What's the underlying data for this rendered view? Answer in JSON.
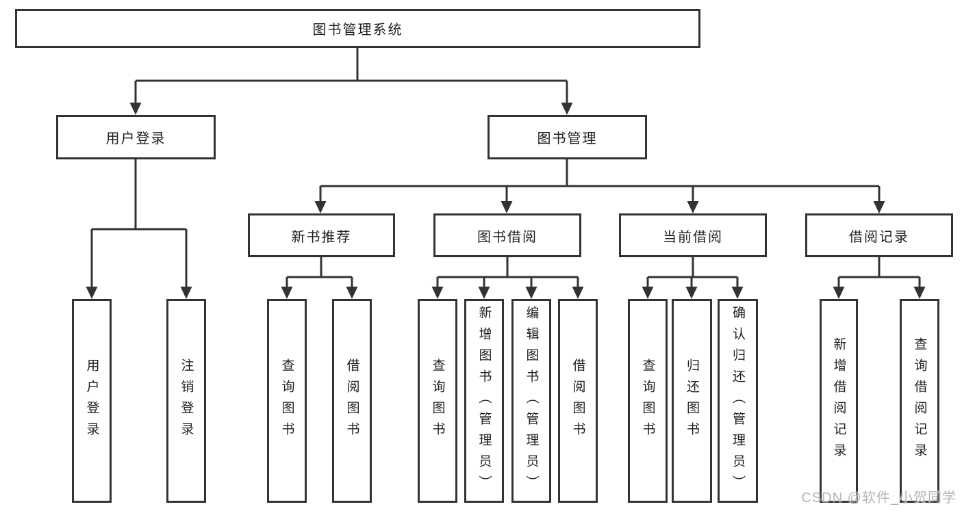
{
  "diagram": {
    "root": {
      "label": "图书管理系统"
    },
    "branches": [
      {
        "label": "用户登录",
        "children": [
          {
            "label": "用户登录"
          },
          {
            "label": "注销登录"
          }
        ]
      },
      {
        "label": "图书管理",
        "children": [
          {
            "label": "新书推荐",
            "children": [
              {
                "label": "查询图书"
              },
              {
                "label": "借阅图书"
              }
            ]
          },
          {
            "label": "图书借阅",
            "children": [
              {
                "label": "查询图书"
              },
              {
                "label": "新增图书（管理员）"
              },
              {
                "label": "编辑图书（管理员）"
              },
              {
                "label": "借阅图书"
              }
            ]
          },
          {
            "label": "当前借阅",
            "children": [
              {
                "label": "查询图书"
              },
              {
                "label": "归还图书"
              },
              {
                "label": "确认归还（管理员）"
              }
            ]
          },
          {
            "label": "借阅记录",
            "children": [
              {
                "label": "新增借阅记录"
              },
              {
                "label": "查询借阅记录"
              }
            ]
          }
        ]
      }
    ]
  },
  "watermark": {
    "text": "CSDN @软件_小贺同学"
  },
  "colors": {
    "line": "#333333",
    "box_border": "#333333",
    "box_bg": "#ffffff",
    "text": "#1f1f1f",
    "watermark": "#b5b5b5"
  }
}
